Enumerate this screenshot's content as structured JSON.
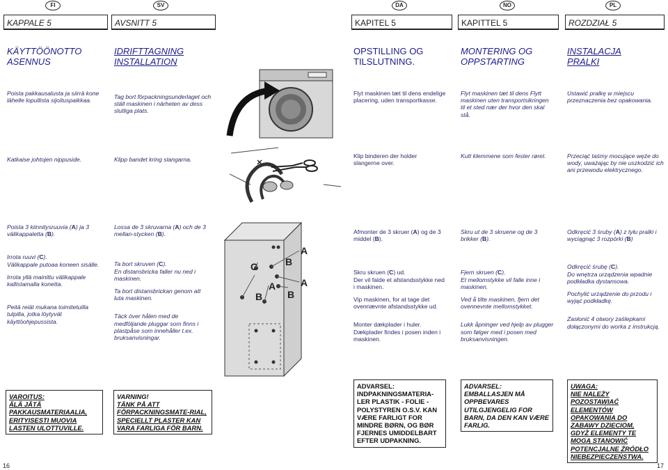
{
  "badges": [
    "FI",
    "SV",
    "DA",
    "NO",
    "PL"
  ],
  "chapters": [
    "KAPPALE 5",
    "AVSNITT 5",
    "KAPITEL 5",
    "KAPITTEL 5",
    "ROZDZIAŁ 5"
  ],
  "titles": {
    "fi": [
      "KÄYTTÖÖNOTTO",
      "ASENNUS"
    ],
    "sv": [
      "IDRIFTTAGNING",
      "INSTALLATION"
    ],
    "da": [
      "OPSTILLING OG",
      "TILSLUTNING."
    ],
    "no": [
      "MONTERING OG",
      "OPPSTARTING"
    ],
    "pl": [
      "INSTALACJA",
      "PRALKI"
    ]
  },
  "row1": {
    "fi": "Poista pakkausalusta ja siirrä kone lähelle lopullista sijoituspaikkaa.",
    "sv": "Tag bort förpackningsunderlaget och ställ maskinen i närheten av dess slutliga plats.",
    "da": "Flyt maskinen tæt til dens endelige placering, uden transportkasse.",
    "no": "Flyt maskinen tæt til dens Flytt maskinen uten transportsikringen til et sted nær der hvor den skal stå.",
    "pl": "Ustawić pralkę w miejscu przeznaczenia bez opakowania."
  },
  "row2": {
    "fi": "Katkaise johtojen nippuside.",
    "sv": "Klipp bandet kring slangarna.",
    "da": "Klip binderen der holder slangerne over.",
    "no": "Kutt klemmene som fester røret.",
    "pl": "Przeciąć taśmy mocujące węże do wody, uważając by nie uszkodzić ich ani przewodu elektrycznego."
  },
  "row3": {
    "fi": {
      "a1": "Poista  3 kiinnitysruuvia (",
      "a2": ") ja 3 välikappaletta (",
      "a3": ").",
      "b": "Irrota ruuvi (",
      "b2": ").",
      "c": "Välikappale putoaa koneen sisälle.",
      "d": "Irrota yllä mainittu välikappale kallistamalla konetta.",
      "e": "Peitä reiät mukana toimitetuilla tulpilla, jotka löytyvät  käyttöohjepussista."
    },
    "sv": {
      "a1": "Lossa de 3 skruvarna (",
      "a2": ") och de 3 mellan-stycken (",
      "a3": ").",
      "b": "Ta bort skruven  (",
      "b2": ").",
      "c": "En distansbricka faller nu ned i maskinen.",
      "d": "Ta bort distansbrickan genom att luta maskinen.",
      "e": " Täck över hålen med de medföljande pluggar som finns i plastpåse som innehåller t.ex. bruksanvisningar."
    },
    "da": {
      "a1": "Afmonter de 3 skruer (",
      "a2": ") og de 3 middel (",
      "a3": ").",
      "b": "Skru skruen (",
      "b2": ") ud.",
      "c": "Der vil falde et afstandsstykke ned i maskinen.",
      "d": "Vip maskinen, for at tage det ovennævnte afstandsstykke ud.",
      "e": "Monter dækplader i huler. Dækplader findes i posen inden i maskinen."
    },
    "no": {
      "a1": "Skru ut de 3 skruene og de 3 brikker (",
      "a2": ").",
      "b": "Fjern skruen  (",
      "b2": ").",
      "c": "Et mellomstykke vil falle inne i maskinen.",
      "d": "Ved å tilte maskinen, fjern det ovennevnte mellomstykket.",
      "e": "Lukk åpninger ved hjelp av plugger som følger med i posen med bruksanvisningen."
    },
    "pl": {
      "a1": "Odkręcić 3 śruby (",
      "a2": ") z tyłu pralki i wyciągnąć 3 rozpórki (",
      "a3": ")",
      "b": "Odkręcić śrubę (",
      "b2": ").",
      "c": "Do wnętrza urządzenia wpadnie podkładka dystansowa.",
      "d": "Pochylić urządzenie do przodu i wyjąć podkładkę.",
      "e": "Zasłonić  4 otwory zaślepkami dołączonymi do worka z instrukcją."
    }
  },
  "letters": {
    "A": "A",
    "B": "B",
    "C": "C"
  },
  "warnings": {
    "fi": {
      "head": "VAROITUS:",
      "body": "ÄLÄ JÄTÄ PAKKAUSMATERIAALIA, ERITYISESTI MUOVIA LASTEN ULOTTUVILLE."
    },
    "sv": {
      "head": "VARNING!",
      "body": "TÄNK PÅ ATT FÖRPACKNINGSMATE-RIAL, SPECIELLT PLASTER KAN VARA FARLIGA FÖR BARN."
    },
    "da": {
      "head": "ADVARSEL:",
      "body": "INDPAKNINGSMATERIA-LER PLASTIK - FOLIE - POLYSTYREN O.S.V. KAN VÆRE FARLIGT FOR MINDRE BØRN, OG BØR FJERNES UMIDDELBART EFTER UDPAKNING."
    },
    "no": {
      "head": "ADVARSEL:",
      "body": "EMBALLASJEN MÅ OPPBEVARES UTILGJENGELIG FOR BARN, DA DEN KAN VÆRE FARLIG."
    },
    "pl": {
      "head": "UWAGA:",
      "body": "NIE NALEŻY POZOSTAWIAĆ ELEMENTÓW OPAKOWANIA DO ZABAWY DZIECIOM, GDYŻ ELEMENTY TE MOGĄ STANOWIĆ POTENCJALNE ŹRÓDŁO NIEBEZPIECZEŃSTWA."
    }
  },
  "pages": {
    "left": "16",
    "right": "17"
  }
}
